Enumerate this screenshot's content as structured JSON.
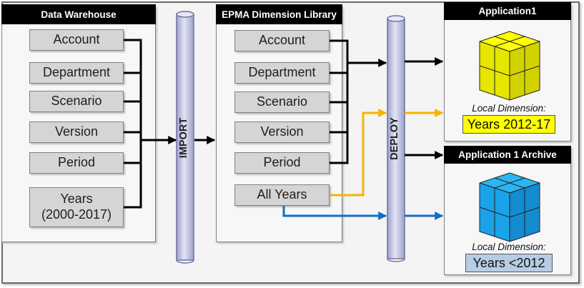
{
  "data_warehouse": {
    "title": "Data Warehouse",
    "items": [
      "Account",
      "Department",
      "Scenario",
      "Version",
      "Period"
    ],
    "years_line1": "Years",
    "years_line2": "(2000-2017)"
  },
  "epma": {
    "title": "EPMA Dimension Library",
    "items": [
      "Account",
      "Department",
      "Scenario",
      "Version",
      "Period",
      "All Years"
    ]
  },
  "pipes": {
    "import_label": "IMPORT",
    "deploy_label": "DEPLOY"
  },
  "app1": {
    "title": "Application1",
    "local_label": "Local Dimension:",
    "local_value": "Years 2012-17",
    "cube_color": "#ffff00",
    "value_bg": "#ffff00"
  },
  "app_archive": {
    "title": "Application 1 Archive",
    "local_label": "Local Dimension:",
    "local_value": "Years <2012",
    "cube_color": "#1aa3e8",
    "value_bg": "#b8cce4"
  },
  "colors": {
    "connector": "#000000",
    "yellow_flow": "#f5b400",
    "blue_flow": "#0f6fc6",
    "pipe_fill": "#c9cbe8"
  }
}
